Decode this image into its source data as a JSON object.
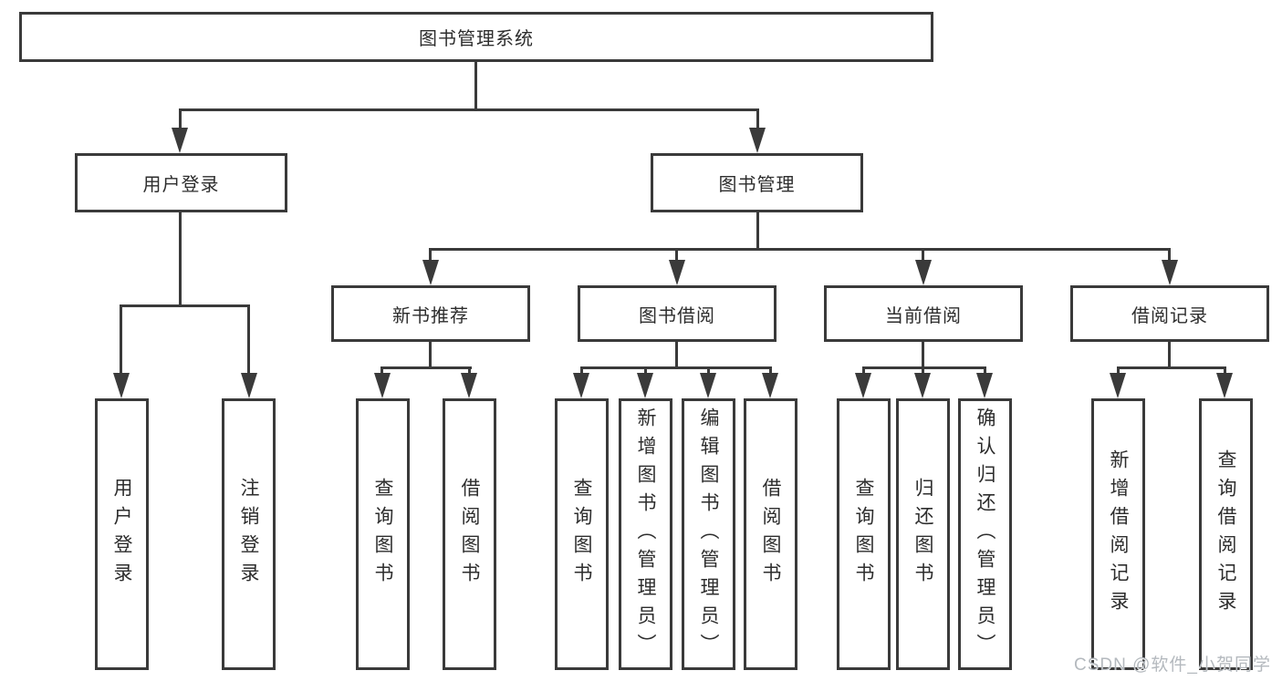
{
  "tree": {
    "label": "图书管理系统",
    "children": [
      {
        "label": "用户登录",
        "children": [
          {
            "label": "用户登录"
          },
          {
            "label": "注销登录"
          }
        ]
      },
      {
        "label": "图书管理",
        "children": [
          {
            "label": "新书推荐",
            "children": [
              {
                "label": "查询图书"
              },
              {
                "label": "借阅图书"
              }
            ]
          },
          {
            "label": "图书借阅",
            "children": [
              {
                "label": "查询图书"
              },
              {
                "label": "新增图书（管理员）"
              },
              {
                "label": "编辑图书（管理员）"
              },
              {
                "label": "借阅图书"
              }
            ]
          },
          {
            "label": "当前借阅",
            "children": [
              {
                "label": "查询图书"
              },
              {
                "label": "归还图书"
              },
              {
                "label": "确认归还（管理员）"
              }
            ]
          },
          {
            "label": "借阅记录",
            "children": [
              {
                "label": "新增借阅记录"
              },
              {
                "label": "查询借阅记录"
              }
            ]
          }
        ]
      }
    ]
  },
  "watermark": "CSDN @软件_小贺同学",
  "colors": {
    "line": "#3a3a3a",
    "text": "#2d2d2d",
    "watermark": "#b4b9be",
    "background": "#ffffff"
  }
}
